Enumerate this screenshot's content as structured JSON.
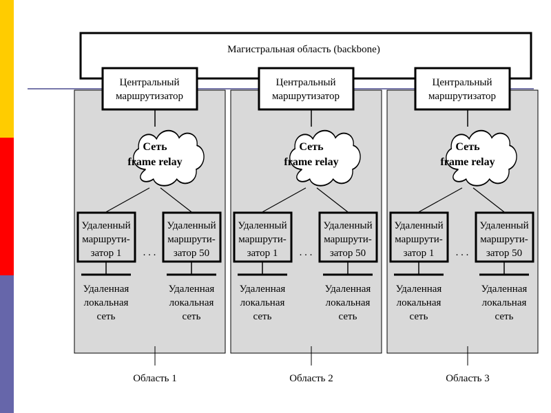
{
  "colors": {
    "stripe_top": "#ffcc00",
    "stripe_middle": "#ff0000",
    "stripe_bottom": "#6666aa",
    "area_fill": "#d9d9d9",
    "divider": "#7777aa"
  },
  "backbone": {
    "label": "Магистральная область (backbone)"
  },
  "areas": [
    {
      "central_router": [
        "Центральный",
        "маршрутизатор"
      ],
      "cloud": [
        "Сеть",
        "frame relay"
      ],
      "remote_router_1": [
        "Удаленный",
        "маршрути-",
        "затор 1"
      ],
      "ellipsis": ". . .",
      "remote_router_50": [
        "Удаленный",
        "маршрути-",
        "затор 50"
      ],
      "lan_1": [
        "Удаленная",
        "локальная",
        "сеть"
      ],
      "lan_50": [
        "Удаленная",
        "локальная",
        "сеть"
      ],
      "caption": "Область 1"
    },
    {
      "central_router": [
        "Центральный",
        "маршрутизатор"
      ],
      "cloud": [
        "Сеть",
        "frame relay"
      ],
      "remote_router_1": [
        "Удаленный",
        "маршрути-",
        "затор 1"
      ],
      "ellipsis": ". . .",
      "remote_router_50": [
        "Удаленный",
        "маршрути-",
        "затор 50"
      ],
      "lan_1": [
        "Удаленная",
        "локальная",
        "сеть"
      ],
      "lan_50": [
        "Удаленная",
        "локальная",
        "сеть"
      ],
      "caption": "Область 2"
    },
    {
      "central_router": [
        "Центральный",
        "маршрутизатор"
      ],
      "cloud": [
        "Сеть",
        "frame relay"
      ],
      "remote_router_1": [
        "Удаленный",
        "маршрути-",
        "затор 1"
      ],
      "ellipsis": ". . .",
      "remote_router_50": [
        "Удаленный",
        "маршрути-",
        "затор 50"
      ],
      "lan_1": [
        "Удаленная",
        "локальная",
        "сеть"
      ],
      "lan_50": [
        "Удаленная",
        "локальная",
        "сеть"
      ],
      "caption": "Область 3"
    }
  ]
}
